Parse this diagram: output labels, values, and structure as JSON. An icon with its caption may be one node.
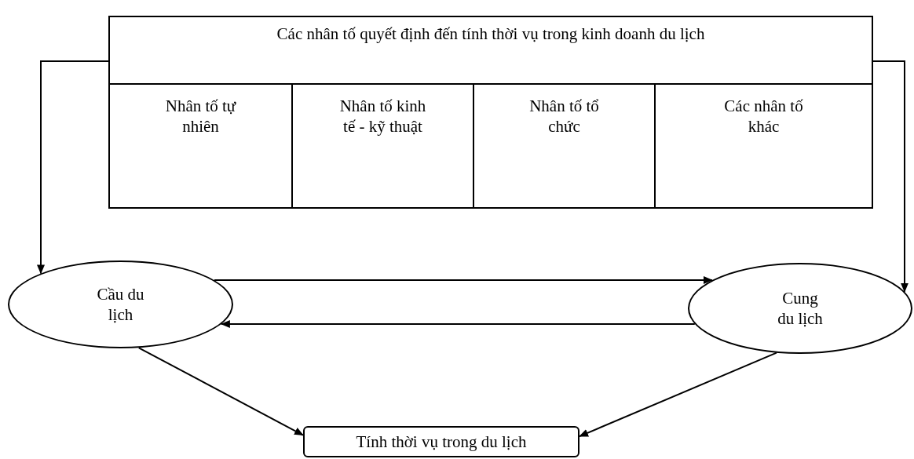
{
  "diagram": {
    "nodes": [
      {
        "text": [
          "Các nhân tố quyết định đến tính thời vụ trong kinh doanh du lịch"
        ]
      },
      {
        "text": [
          "Nhân tố tự nhiên"
        ],
        "in": 0
      },
      {
        "text": [
          "Nhân tố kinh tế - kỹ thuật"
        ],
        "in": 0
      },
      {
        "text": [
          "Nhân tố tổ chức"
        ],
        "in": 0
      },
      {
        "text": [
          "Các nhân tố khác"
        ],
        "in": 0
      },
      {
        "text": [
          "Cầu du lịch"
        ]
      },
      {
        "text": [
          "Cung du lịch"
        ]
      },
      {
        "text": [
          "Tính thời vụ trong du lịch"
        ]
      }
    ],
    "edges": [
      {
        "from": 0,
        "to": 5,
        "arrow": "to"
      },
      {
        "from": 0,
        "to": 6,
        "arrow": "to"
      },
      {
        "from": 5,
        "to": 6,
        "arrow": "to"
      },
      {
        "from": 6,
        "to": 5,
        "arrow": "to"
      },
      {
        "from": 5,
        "to": 7,
        "arrow": "to"
      },
      {
        "from": 6,
        "to": 7,
        "arrow": "to"
      }
    ]
  }
}
